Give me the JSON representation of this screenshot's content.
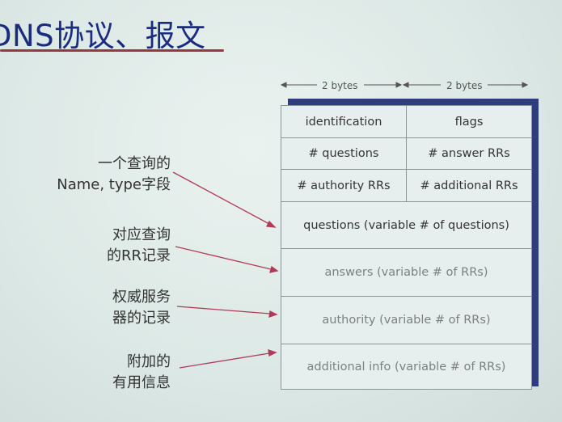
{
  "title": "DNS协议、报文",
  "byte_labels": {
    "left": "2 bytes",
    "right": "2 bytes"
  },
  "rows": {
    "identification": "identification",
    "flags": "flags",
    "questions_count": "# questions",
    "answer_rrs": "# answer RRs",
    "authority_rrs": "# authority RRs",
    "additional_rrs": "# additional RRs",
    "questions": "questions (variable # of questions)",
    "answers": "answers (variable # of RRs)",
    "authority": "authority (variable # of RRs)",
    "additional": "additional info (variable # of RRs)"
  },
  "annotations": {
    "query": {
      "line1": "一个查询的",
      "line2": "Name, type字段"
    },
    "answer": {
      "line1": "对应查询",
      "line2": "的RR记录"
    },
    "authority": {
      "line1": "权威服务",
      "line2": "器的记录"
    },
    "additional": {
      "line1": "附加的",
      "line2": "有用信息"
    }
  },
  "colors": {
    "title": "#1b2c7e",
    "underline": "#a33244",
    "arrow": "#b03a58",
    "box_shadow": "#2f3c84"
  }
}
